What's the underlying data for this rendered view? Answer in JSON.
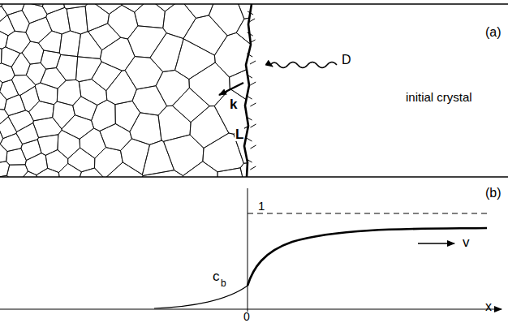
{
  "diagram": {
    "labels": [
      "(a)",
      "D",
      "k",
      "L",
      "initial crystal",
      "1",
      "(b)",
      "c",
      "b",
      "v",
      "x",
      "0"
    ]
  }
}
